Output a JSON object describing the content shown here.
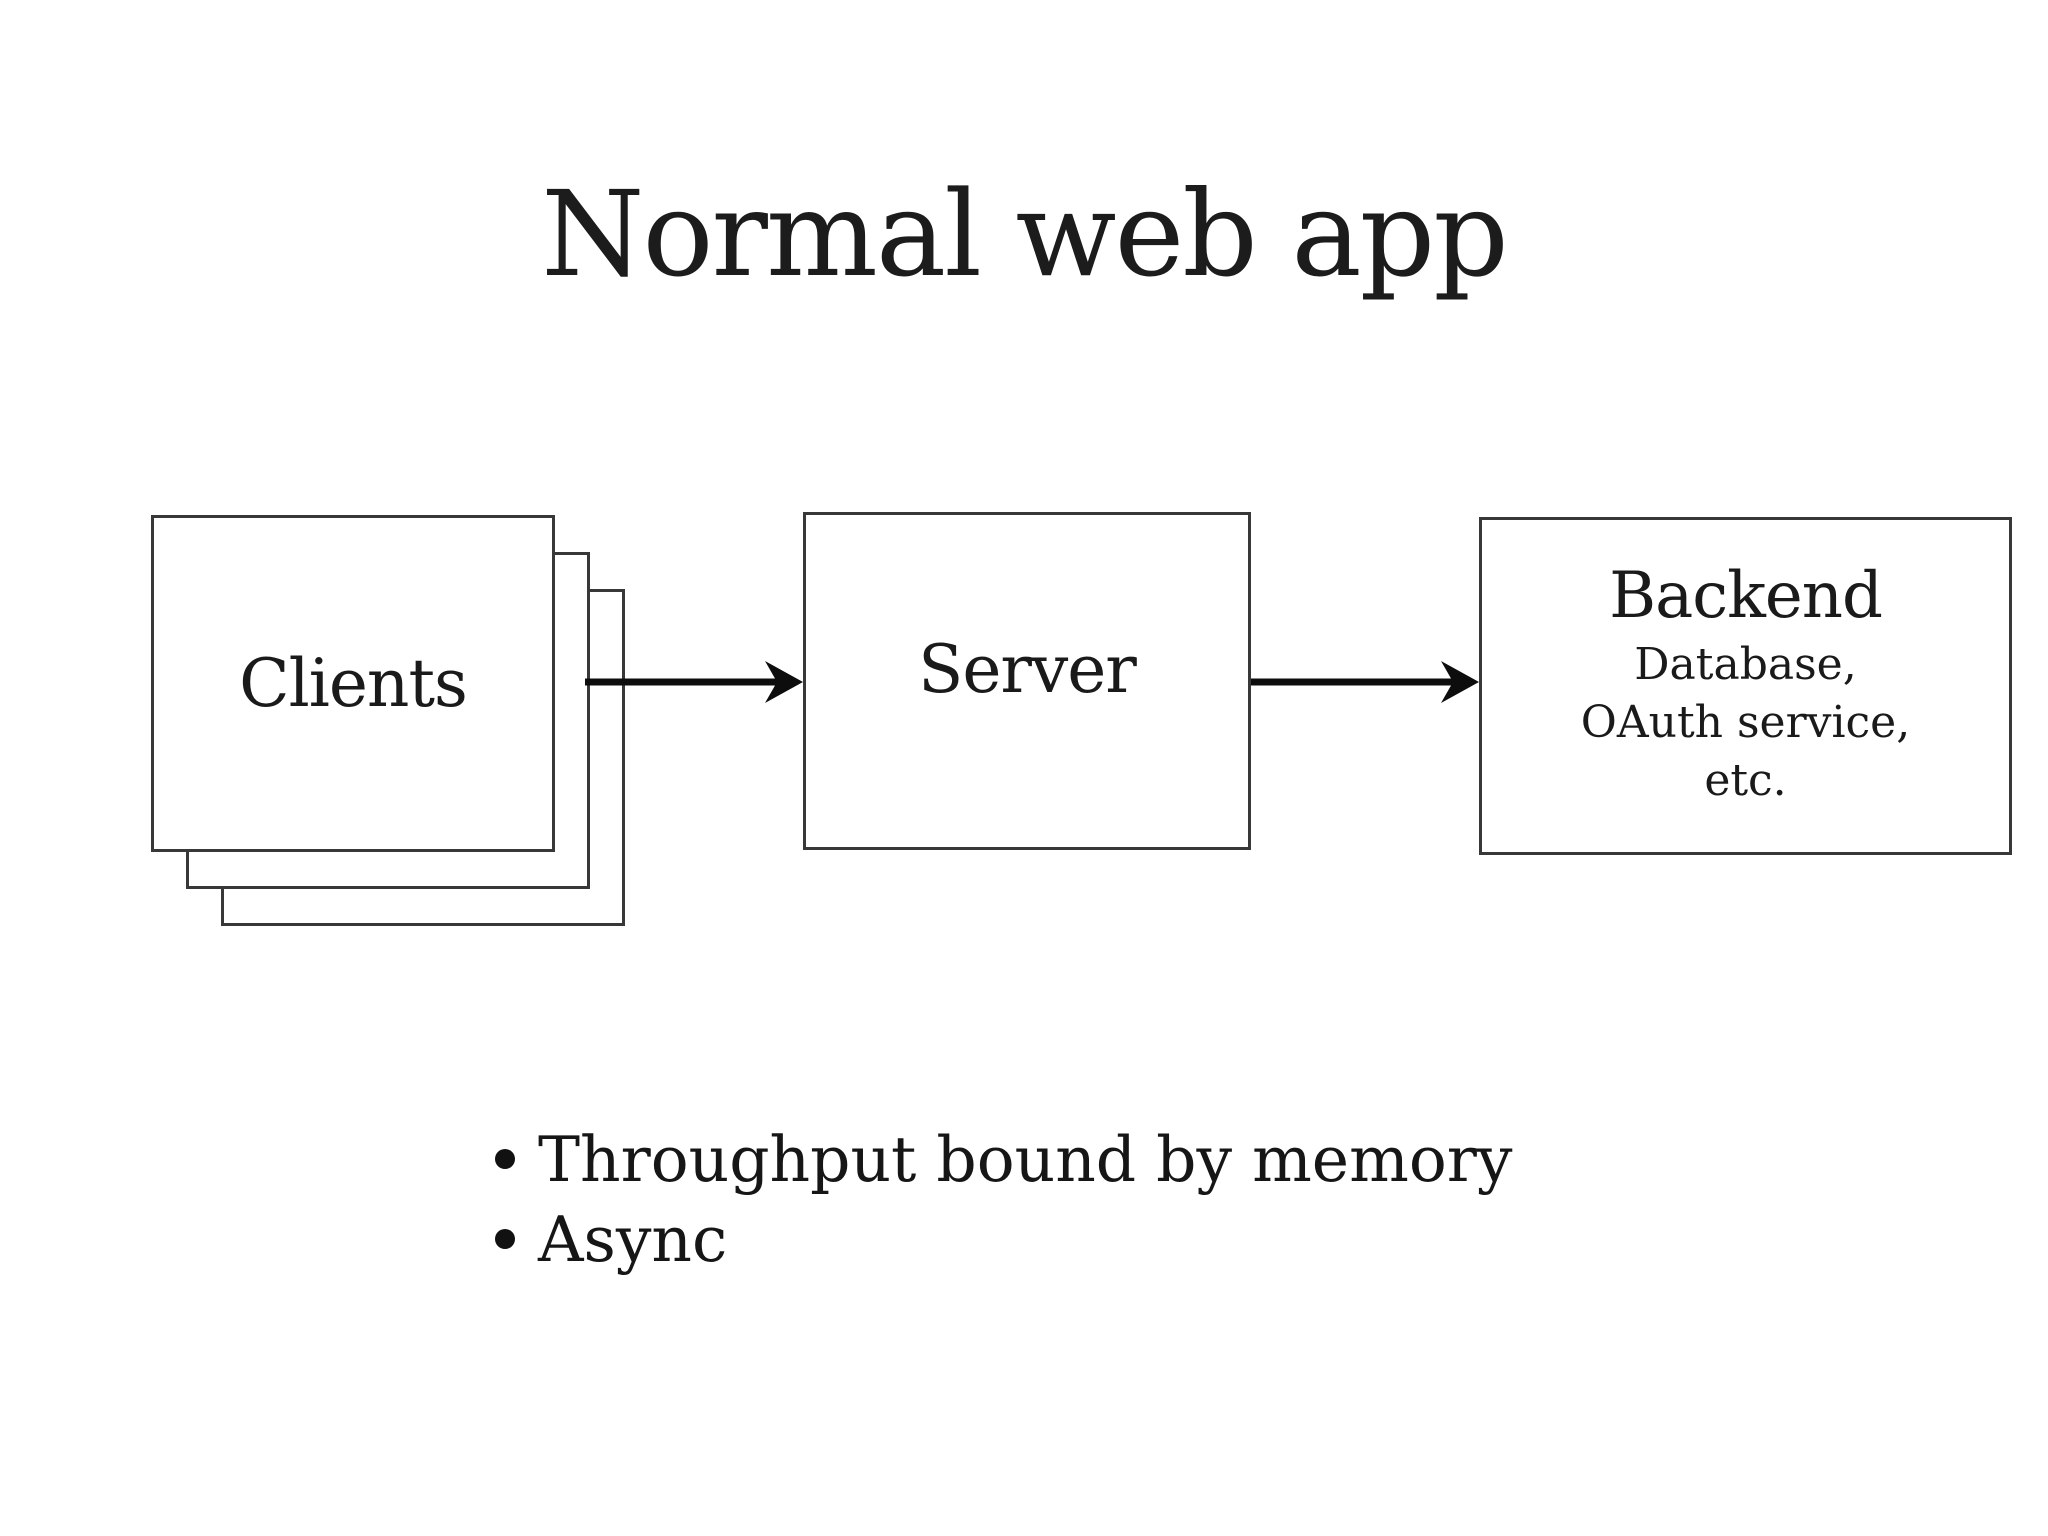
{
  "slide": {
    "title": "Normal web app",
    "diagram": {
      "clients": {
        "label": "Clients"
      },
      "server": {
        "label": "Server"
      },
      "backend": {
        "title": "Backend",
        "lines": [
          "Database,",
          "OAuth service,",
          "etc."
        ]
      }
    },
    "bullets": [
      "Throughput bound by memory",
      "Async"
    ],
    "colors": {
      "background": "#ffffff",
      "box_border": "#383838",
      "text": "#1a1a1a",
      "arrow": "#0d0d0d"
    }
  }
}
